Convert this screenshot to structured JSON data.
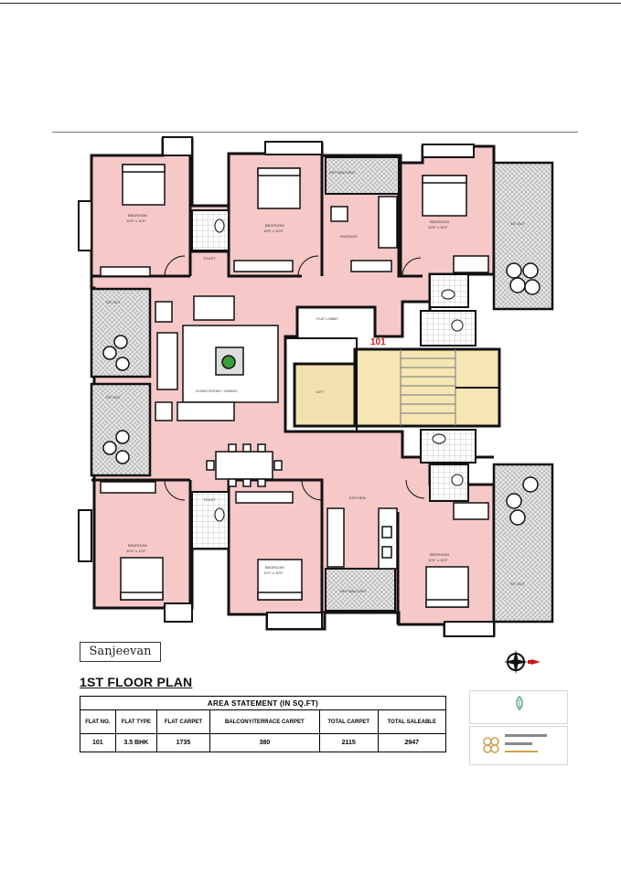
{
  "brand": {
    "name": "Sanjeevan"
  },
  "plan": {
    "title": "1ST FLOOR PLAN",
    "flat_marker": "101",
    "rooms": {
      "bedroom_tl": "BEDROOM",
      "bedroom_tl_size": "10'0\" x 11'0\"",
      "bedroom_tm": "BEDROOM",
      "bedroom_tm_size": "10'0\" x 10'0\"",
      "bedroom_tr": "BEDROOM",
      "bedroom_tr_size": "10'0\" x 10'0\"",
      "bedroom_bl": "BEDROOM",
      "bedroom_bl_size": "10'0\" x 11'0\"",
      "bedroom_bm": "BEDROOM",
      "bedroom_bm_size": "10'0\" x 10'0\"",
      "bedroom_br": "BEDROOM",
      "bedroom_br_size": "10'0\" x 10'0\"",
      "living": "LIVING ROOM + DINING",
      "lift": "LIFT",
      "kitchen": "KITCHEN",
      "passage": "PASSAGE",
      "toilet": "TOILET",
      "sit_out": "SIT OUT",
      "dry": "DRY BALCONY",
      "flat_lobby": "FLAT LOBBY"
    }
  },
  "area_statement": {
    "caption": "AREA STATEMENT",
    "unit": "(IN SQ.FT)",
    "headers": [
      "FLAT NO.",
      "FLAT TYPE",
      "FLAT CARPET",
      "BALCONY/TERRACE CARPET",
      "TOTAL CARPET",
      "TOTAL SALEABLE"
    ],
    "row": [
      "101",
      "3.5 BHK",
      "1735",
      "380",
      "2115",
      "2947"
    ]
  },
  "colors": {
    "room_fill": "#f6c8c8",
    "stair_fill": "#f5e6b3",
    "lift_fill": "#f1e1b0",
    "wall": "#111111",
    "balcony": "#d9d9d9",
    "flat_marker": "#d01818",
    "logo_green": "#5aa487"
  },
  "icons": [
    "compass-rose-icon",
    "logo-flower-icon",
    "logo-mark-icon"
  ]
}
